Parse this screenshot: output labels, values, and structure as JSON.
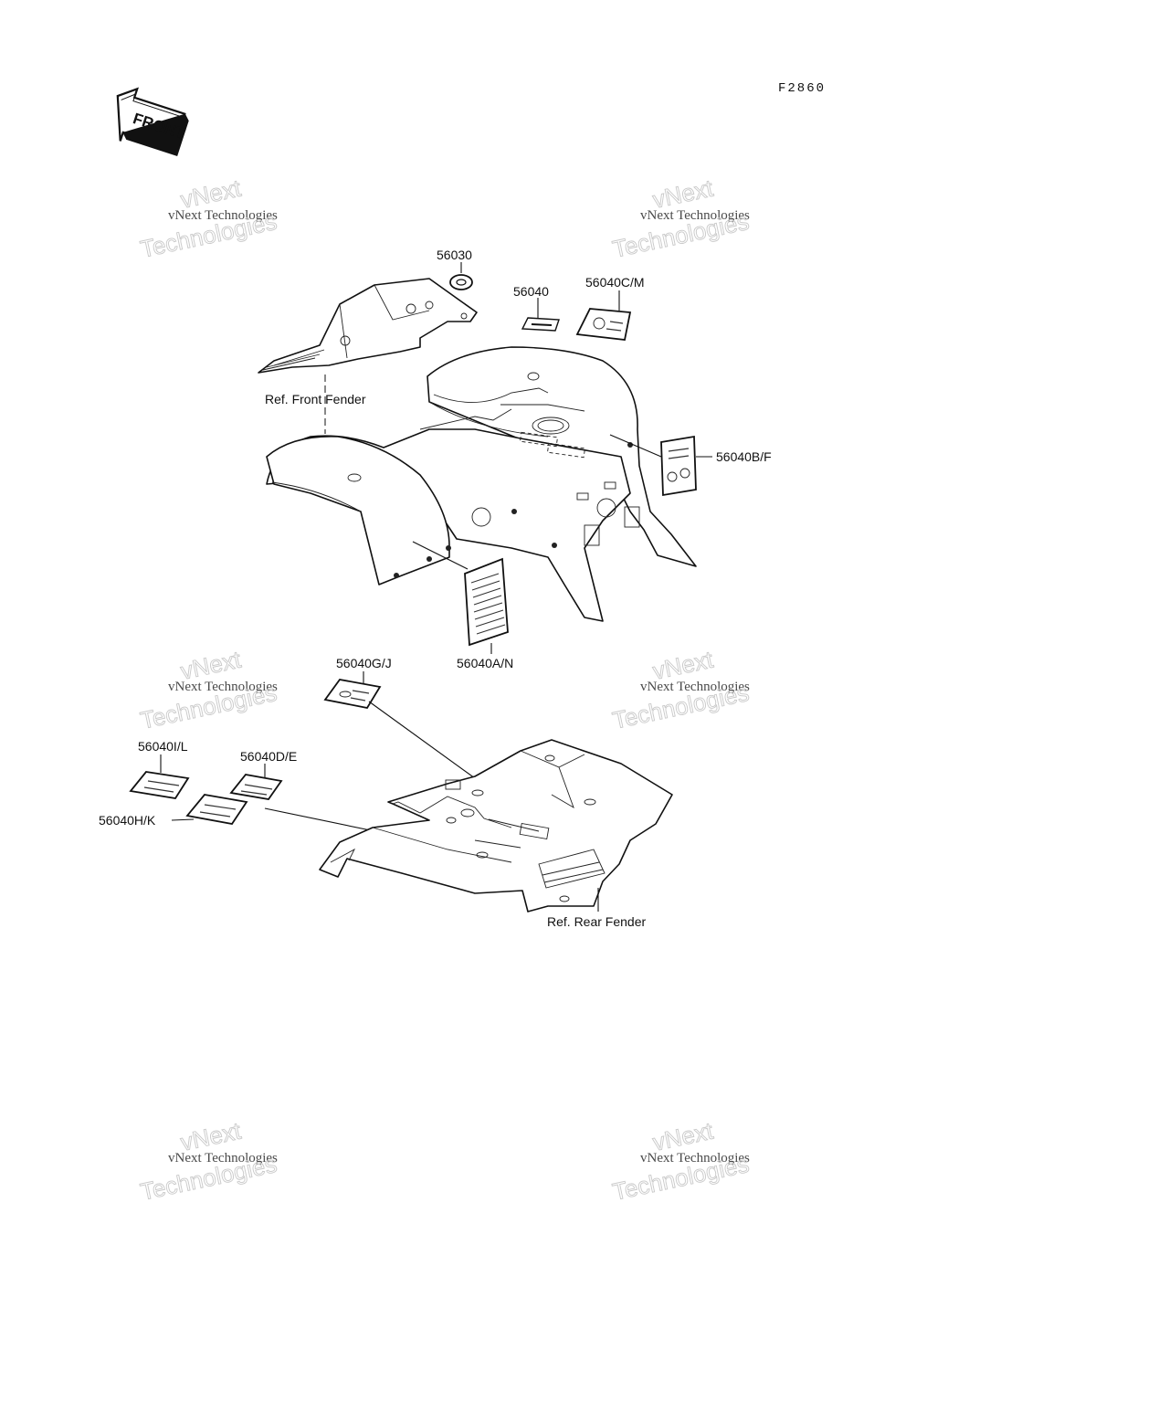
{
  "figure_code": "F2860",
  "front_arrow_label": "FRONT",
  "watermark": {
    "line1": "vNext Technologies",
    "big_top": "vNext",
    "big_bottom": "Technologies"
  },
  "references": {
    "front_fender": "Ref. Front Fender",
    "rear_fender": "Ref. Rear Fender"
  },
  "callouts": {
    "p56030": "56030",
    "p56040": "56040",
    "p56040cm": "56040C/M",
    "p56040bf": "56040B/F",
    "p56040an": "56040A/N",
    "p56040gj": "56040G/J",
    "p56040il": "56040I/L",
    "p56040de": "56040D/E",
    "p56040hk": "56040H/K"
  }
}
